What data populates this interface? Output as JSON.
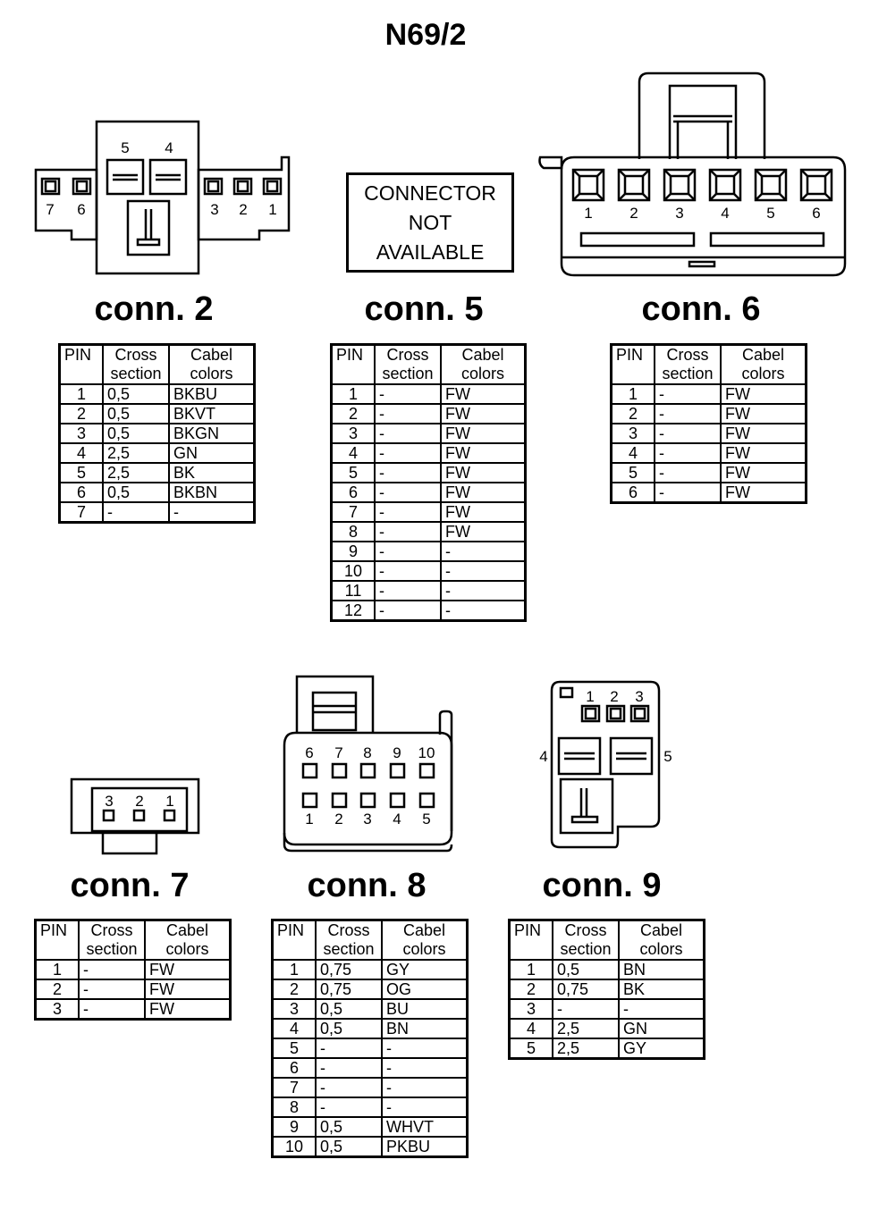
{
  "title": "N69/2",
  "headers": {
    "pin": "PIN",
    "cross1": "Cross",
    "cross2": "section",
    "cabel1": "Cabel",
    "cabel2": "colors"
  },
  "connectors": [
    {
      "id": "c2",
      "label": "conn. 2",
      "pin_labels": [
        "7",
        "6",
        "5",
        "4",
        "3",
        "2",
        "1"
      ],
      "rows": [
        [
          "1",
          "0,5",
          "BKBU"
        ],
        [
          "2",
          "0,5",
          "BKVT"
        ],
        [
          "3",
          "0,5",
          "BKGN"
        ],
        [
          "4",
          "2,5",
          "GN"
        ],
        [
          "5",
          "2,5",
          "BK"
        ],
        [
          "6",
          "0,5",
          "BKBN"
        ],
        [
          "7",
          "-",
          "-"
        ]
      ]
    },
    {
      "id": "c5",
      "label": "conn. 5",
      "not_available": "CONNECTOR NOT AVAILABLE",
      "rows": [
        [
          "1",
          "-",
          "FW"
        ],
        [
          "2",
          "-",
          "FW"
        ],
        [
          "3",
          "-",
          "FW"
        ],
        [
          "4",
          "-",
          "FW"
        ],
        [
          "5",
          "-",
          "FW"
        ],
        [
          "6",
          "-",
          "FW"
        ],
        [
          "7",
          "-",
          "FW"
        ],
        [
          "8",
          "-",
          "FW"
        ],
        [
          "9",
          "-",
          "-"
        ],
        [
          "10",
          "-",
          "-"
        ],
        [
          "11",
          "-",
          "-"
        ],
        [
          "12",
          "-",
          "-"
        ]
      ]
    },
    {
      "id": "c6",
      "label": "conn. 6",
      "pin_labels": [
        "1",
        "2",
        "3",
        "4",
        "5",
        "6"
      ],
      "rows": [
        [
          "1",
          "-",
          "FW"
        ],
        [
          "2",
          "-",
          "FW"
        ],
        [
          "3",
          "-",
          "FW"
        ],
        [
          "4",
          "-",
          "FW"
        ],
        [
          "5",
          "-",
          "FW"
        ],
        [
          "6",
          "-",
          "FW"
        ]
      ]
    },
    {
      "id": "c7",
      "label": "conn. 7",
      "pin_labels": [
        "3",
        "2",
        "1"
      ],
      "rows": [
        [
          "1",
          "-",
          "FW"
        ],
        [
          "2",
          "-",
          "FW"
        ],
        [
          "3",
          "-",
          "FW"
        ]
      ]
    },
    {
      "id": "c8",
      "label": "conn. 8",
      "pin_labels": [
        "6",
        "7",
        "8",
        "9",
        "10",
        "1",
        "2",
        "3",
        "4",
        "5"
      ],
      "rows": [
        [
          "1",
          "0,75",
          "GY"
        ],
        [
          "2",
          "0,75",
          "OG"
        ],
        [
          "3",
          "0,5",
          "BU"
        ],
        [
          "4",
          "0,5",
          "BN"
        ],
        [
          "5",
          "-",
          "-"
        ],
        [
          "6",
          "-",
          "-"
        ],
        [
          "7",
          "-",
          "-"
        ],
        [
          "8",
          "-",
          "-"
        ],
        [
          "9",
          "0,5",
          "WHVT"
        ],
        [
          "10",
          "0,5",
          "PKBU"
        ]
      ]
    },
    {
      "id": "c9",
      "label": "conn. 9",
      "pin_labels": [
        "1",
        "2",
        "3",
        "4",
        "5"
      ],
      "rows": [
        [
          "1",
          "0,5",
          "BN"
        ],
        [
          "2",
          "0,75",
          "BK"
        ],
        [
          "3",
          "-",
          "-"
        ],
        [
          "4",
          "2,5",
          "GN"
        ],
        [
          "5",
          "2,5",
          "GY"
        ]
      ]
    }
  ]
}
